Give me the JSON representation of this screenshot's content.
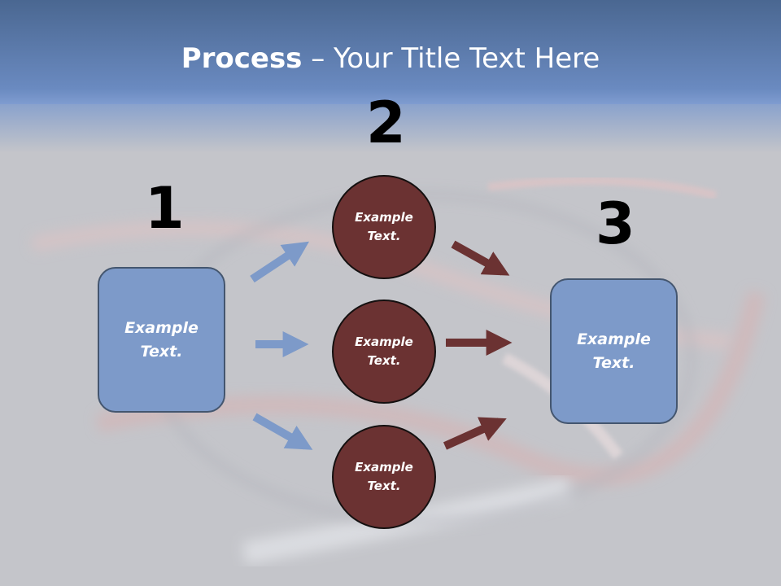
{
  "title": {
    "bold": "Process",
    "rest": " – Your Title Text Here"
  },
  "step_numbers": [
    "1",
    "2",
    "3"
  ],
  "left_box": {
    "text": "Example\nText."
  },
  "circles": [
    {
      "text": "Example\nText."
    },
    {
      "text": "Example\nText."
    },
    {
      "text": "Example\nText."
    }
  ],
  "right_box": {
    "text": "Example\nText."
  },
  "colors": {
    "header": "#5f7fb5",
    "box": "#7d9ac9",
    "circle": "#6b3232",
    "arrow_blue": "#7d9ac9",
    "arrow_red": "#6b3232"
  }
}
